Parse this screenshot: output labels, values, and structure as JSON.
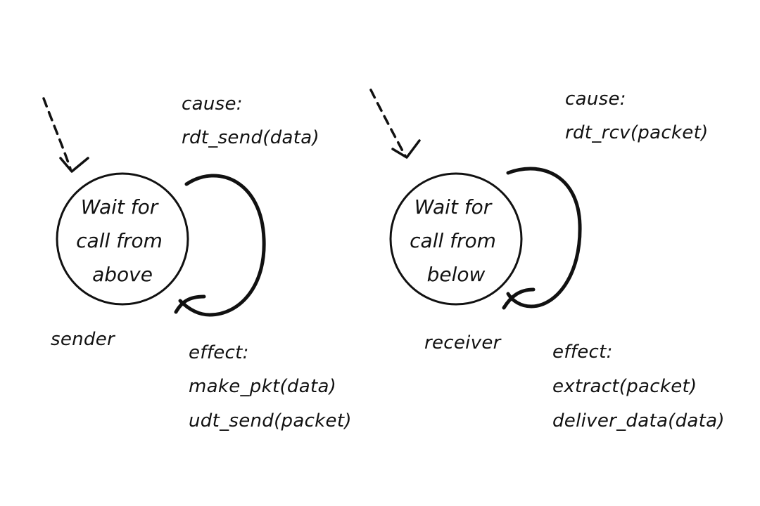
{
  "sender": {
    "state_lines": [
      "Wait for",
      "call from",
      "above"
    ],
    "role_label": "sender",
    "cause_title": "cause:",
    "cause_event": "rdt_send(data)",
    "effect_title": "effect:",
    "effect_actions": [
      "make_pkt(data)",
      "udt_send(packet)"
    ]
  },
  "receiver": {
    "state_lines": [
      "Wait for",
      "call from",
      "below"
    ],
    "role_label": "receiver",
    "cause_title": "cause:",
    "cause_event": "rdt_rcv(packet)",
    "effect_title": "effect:",
    "effect_actions": [
      "extract(packet)",
      "deliver_data(data)"
    ]
  },
  "colors": {
    "ink": "#111111",
    "background": "#ffffff"
  }
}
